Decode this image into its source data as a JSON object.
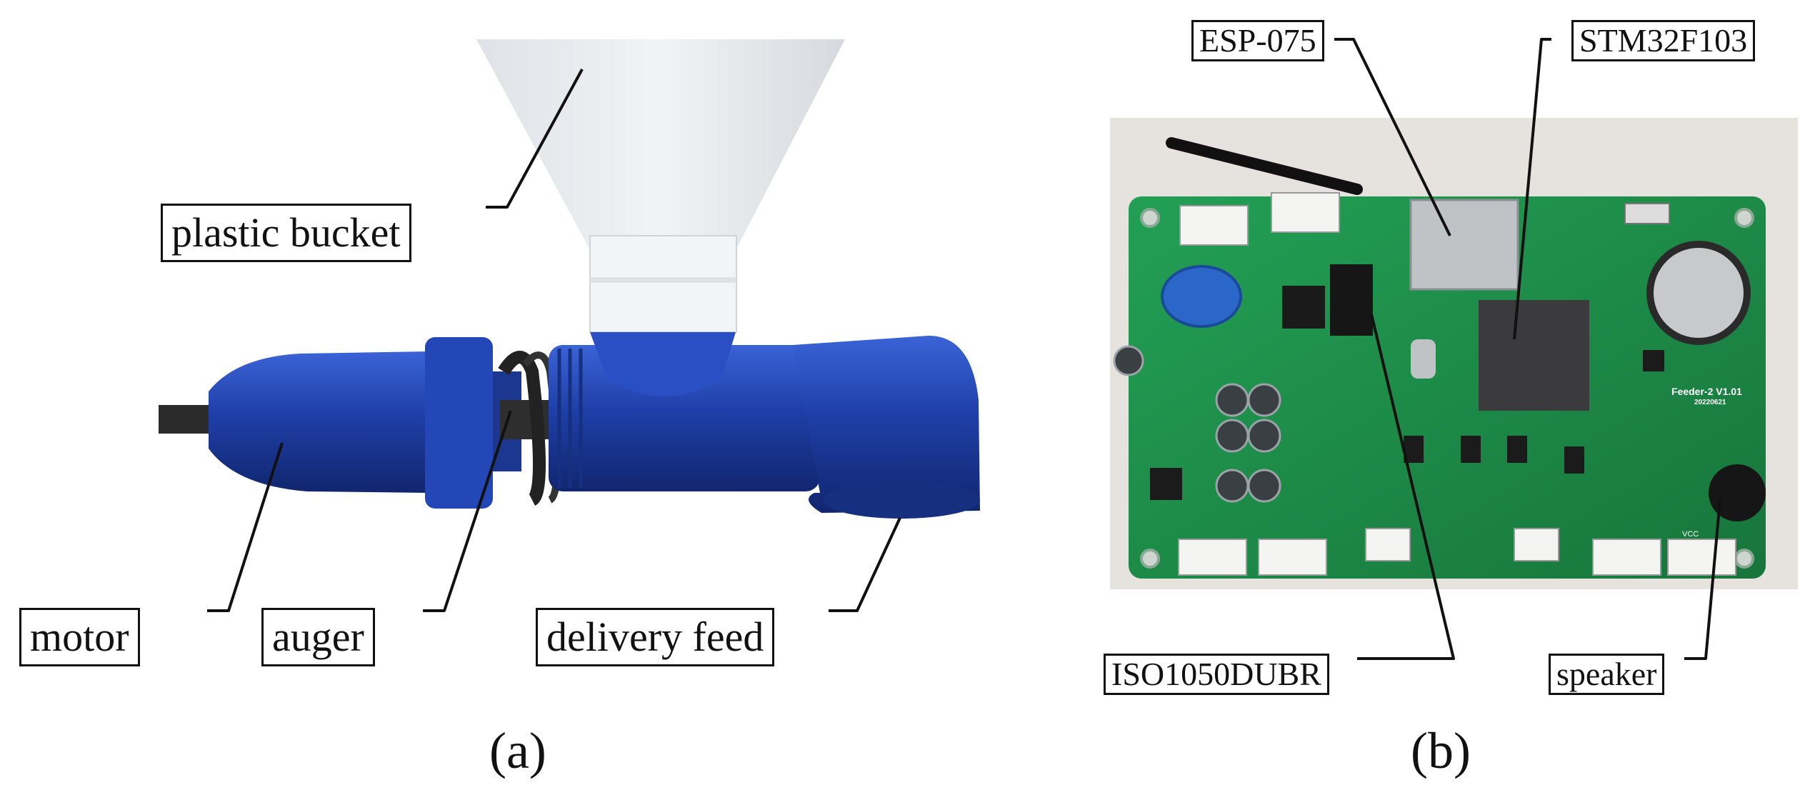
{
  "panel_a": {
    "caption": "(a)",
    "labels": {
      "bucket": "plastic bucket",
      "motor": "motor",
      "auger": "auger",
      "delivery": "delivery feed"
    }
  },
  "panel_b": {
    "caption": "(b)",
    "labels": {
      "esp": "ESP-075",
      "stm": "STM32F103",
      "iso": "ISO1050DUBR",
      "speaker": "speaker"
    },
    "silkscreen": {
      "board_name": "Feeder-2  V1.01",
      "board_date": "20220621",
      "vcc": "VCC"
    }
  },
  "colors": {
    "auger_blue": "#1f3fa8",
    "pcb_green": "#1f8f4a",
    "bucket_white": "#e9ecef"
  }
}
